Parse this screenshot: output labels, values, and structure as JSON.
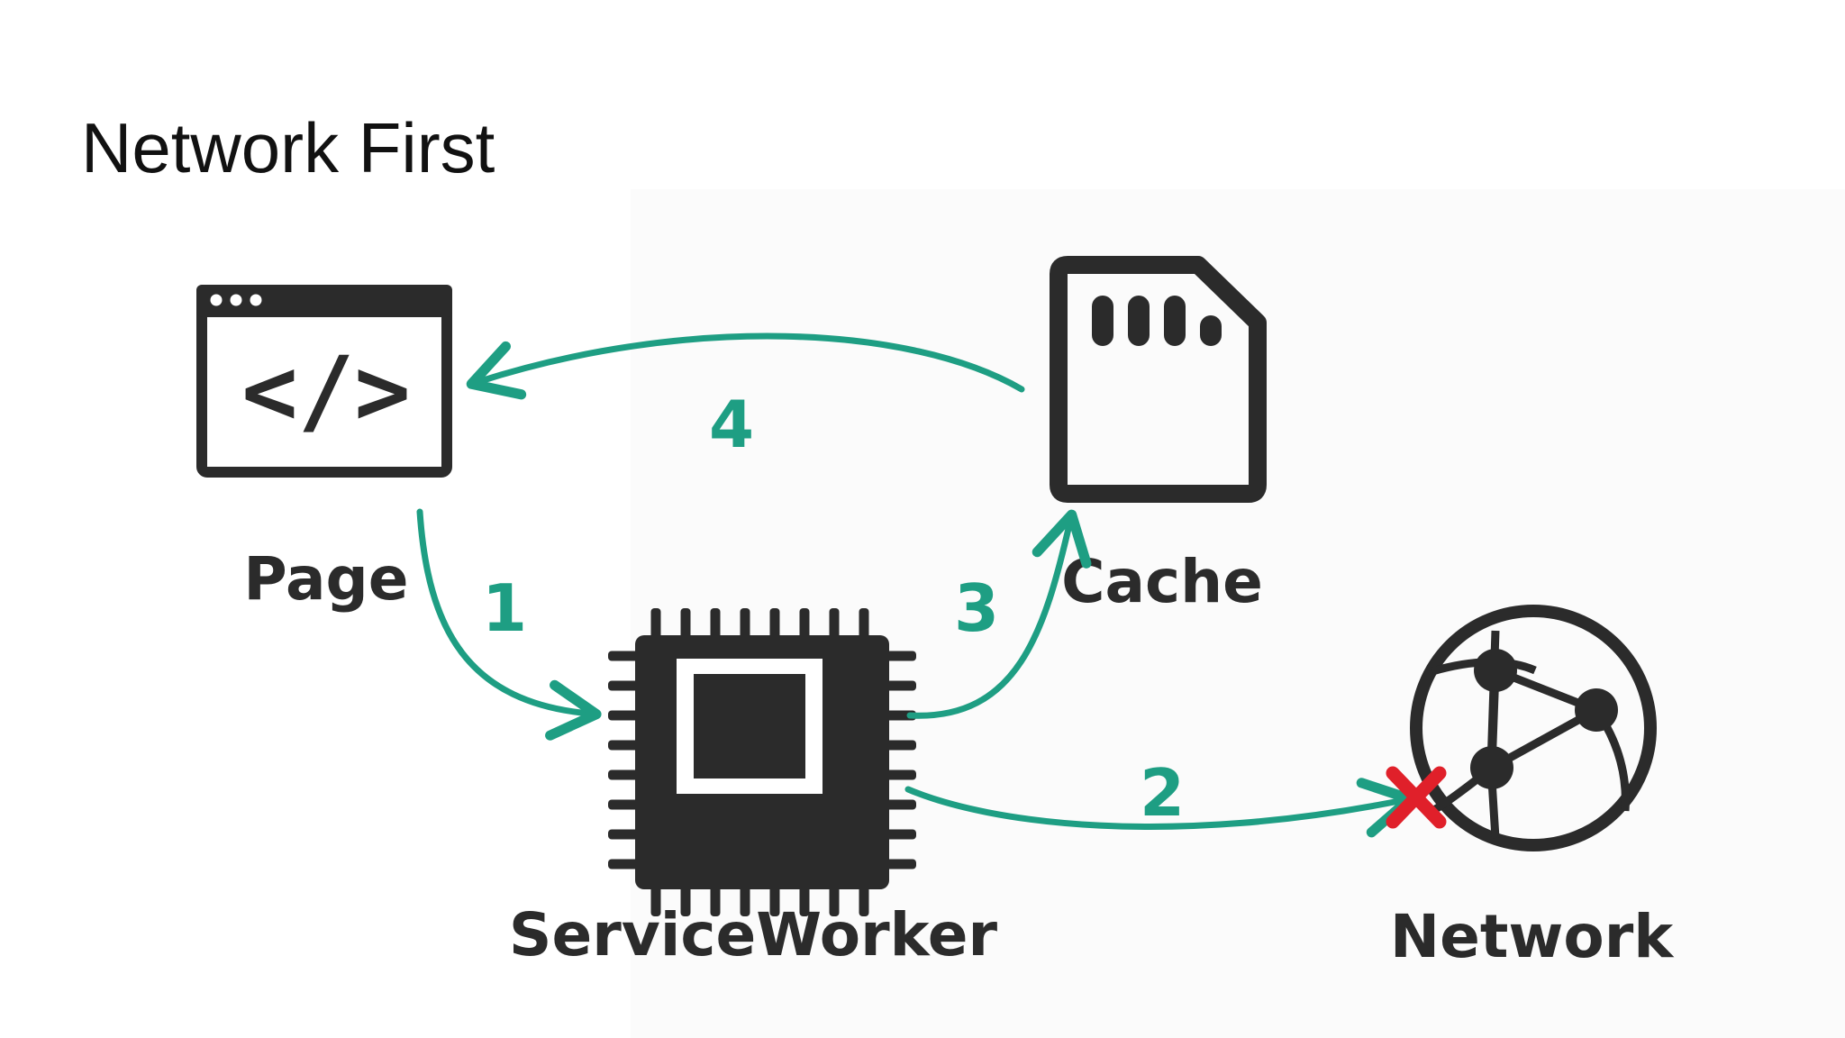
{
  "slide": {
    "title": "Network First"
  },
  "colors": {
    "ink": "#2b2b2b",
    "arrow": "#1e9e83",
    "fail": "#e0202a",
    "title": "#111111"
  },
  "nodes": {
    "page": {
      "label": "Page",
      "icon": "browser-code-icon"
    },
    "cache": {
      "label": "Cache",
      "icon": "sd-card-icon"
    },
    "service_worker": {
      "label": "ServiceWorker",
      "icon": "chip-icon"
    },
    "network": {
      "label": "Network",
      "icon": "globe-network-icon"
    }
  },
  "steps": [
    {
      "label": "1",
      "from": "Page",
      "to": "ServiceWorker"
    },
    {
      "label": "2",
      "from": "ServiceWorker",
      "to": "Network",
      "failed": true
    },
    {
      "label": "3",
      "from": "ServiceWorker",
      "to": "Cache"
    },
    {
      "label": "4",
      "from": "Cache",
      "to": "Page"
    }
  ],
  "page_code_glyph": "</>"
}
